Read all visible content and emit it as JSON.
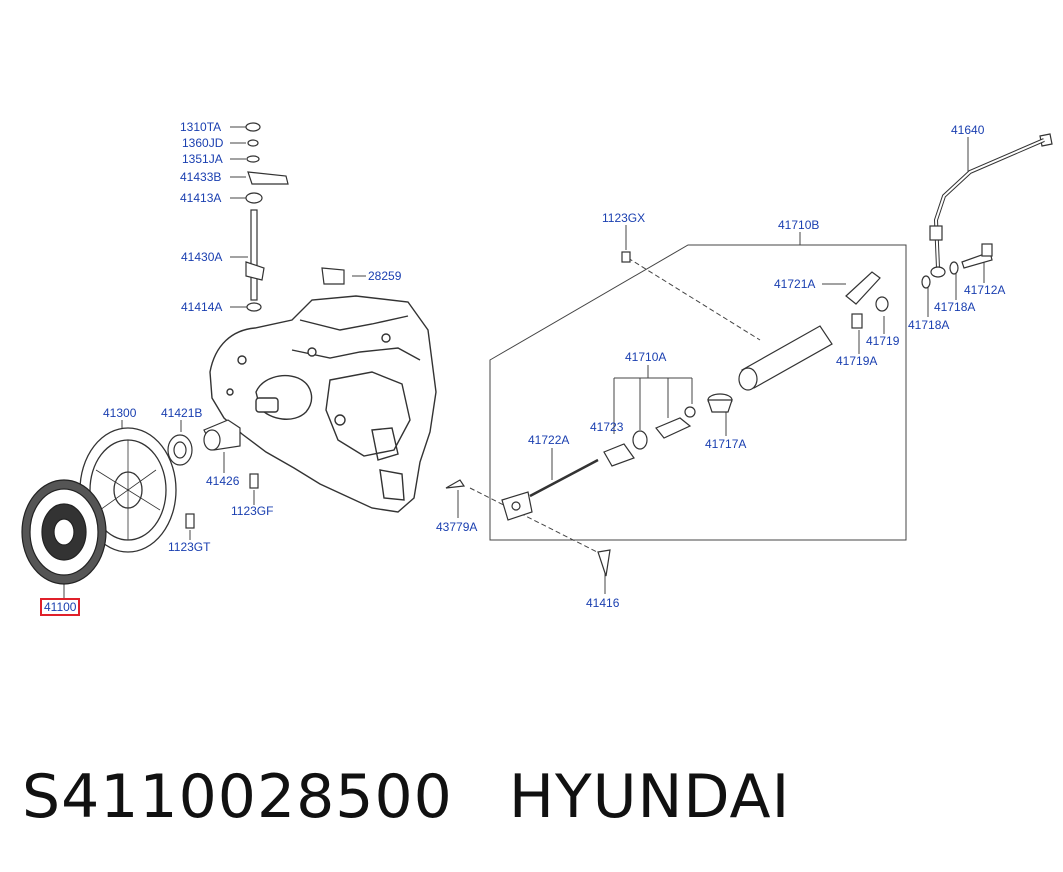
{
  "colors": {
    "label": "#1a3fb0",
    "highlight": "#e0202a",
    "line": "#444444",
    "caption": "#111111"
  },
  "labels": {
    "p1310TA": "1310TA",
    "p1360JD": "1360JD",
    "p1351JA": "1351JA",
    "p41433B": "41433B",
    "p41413A": "41413A",
    "p41430A": "41430A",
    "p41414A": "41414A",
    "p28259": "28259",
    "p41300": "41300",
    "p41421B": "41421B",
    "p41426": "41426",
    "p1123GF": "1123GF",
    "p1123GT": "1123GT",
    "p41100": "41100",
    "p1123GX": "1123GX",
    "p41710B": "41710B",
    "p41721A": "41721A",
    "p41710A": "41710A",
    "p41723": "41723",
    "p41722A": "41722A",
    "p41717A": "41717A",
    "p41719": "41719",
    "p41719A": "41719A",
    "p43779A": "43779A",
    "p41416": "41416",
    "p41640": "41640",
    "p41712A": "41712A",
    "p41718A_a": "41718A",
    "p41718A_b": "41718A"
  },
  "caption": {
    "part_number": "S4110028500",
    "brand": "HYUNDAI"
  }
}
